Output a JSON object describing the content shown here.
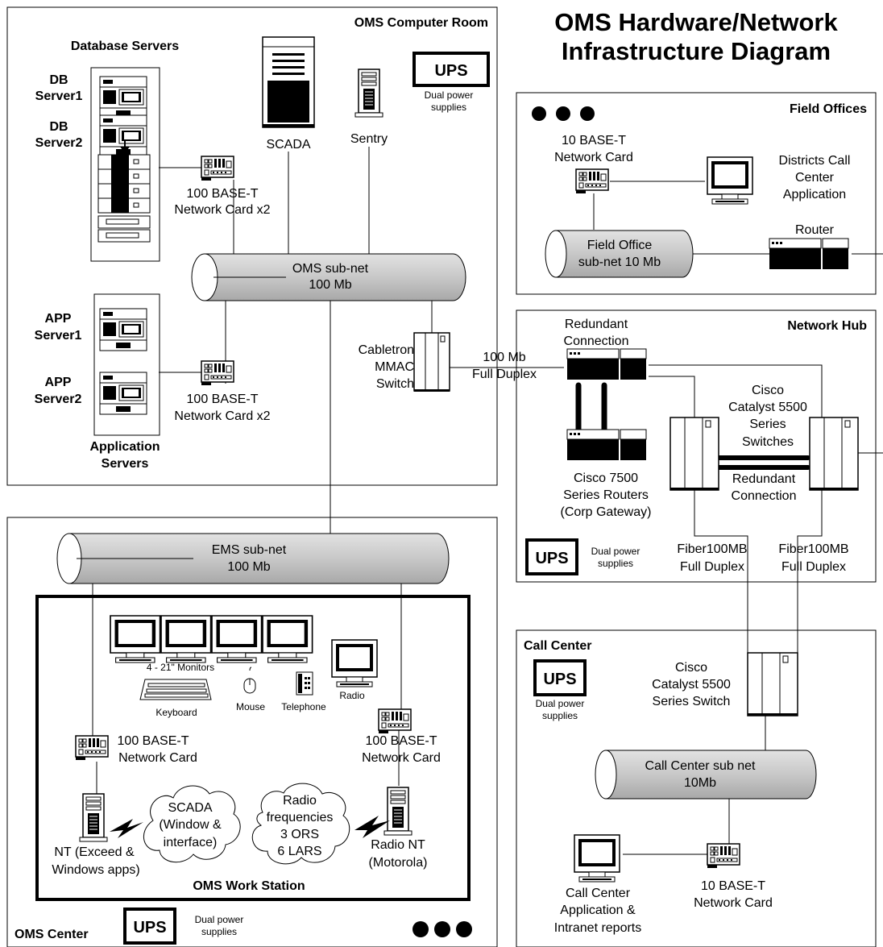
{
  "title_line1": "OMS Hardware/Network",
  "title_line2": "Infrastructure Diagram",
  "ups_label": "UPS",
  "oms_room": {
    "title": "OMS Computer Room",
    "db_servers_title": "Database Servers",
    "db1_l1": "DB",
    "db1_l2": "Server1",
    "db2_l1": "DB",
    "db2_l2": "Server2",
    "scada": "SCADA",
    "sentry": "Sentry",
    "ups_note_l1": "Dual power",
    "ups_note_l2": "supplies",
    "nic1_l1": "100 BASE-T",
    "nic1_l2": "Network Card x2",
    "subnet_l1": "OMS sub-net",
    "subnet_l2": "100 Mb",
    "app1_l1": "APP",
    "app1_l2": "Server1",
    "app2_l1": "APP",
    "app2_l2": "Server2",
    "nic2_l1": "100 BASE-T",
    "nic2_l2": "Network Card x2",
    "app_servers_l1": "Application",
    "app_servers_l2": "Servers",
    "cabletron_l1": "Cabletron",
    "cabletron_l2": "MMAC",
    "cabletron_l3": "Switch",
    "link_l1": "100 Mb",
    "link_l2": "Full Duplex"
  },
  "oms_center": {
    "title": "OMS Center",
    "ems_l1": "EMS sub-net",
    "ems_l2": "100 Mb",
    "workstation": "OMS Work Station",
    "monitors": "4 - 21\" Monitors",
    "keyboard": "Keyboard",
    "mouse": "Mouse",
    "telephone": "Telephone",
    "radio": "Radio",
    "nic_left_l1": "100 BASE-T",
    "nic_left_l2": "Network Card",
    "nic_right_l1": "100 BASE-T",
    "nic_right_l2": "Network Card",
    "scada_cloud_l1": "SCADA",
    "scada_cloud_l2": "(Window &",
    "scada_cloud_l3": "interface)",
    "radio_cloud_l1": "Radio",
    "radio_cloud_l2": "frequencies",
    "radio_cloud_l3": "3 ORS",
    "radio_cloud_l4": "6 LARS",
    "nt_l1": "NT (Exceed &",
    "nt_l2": "Windows apps)",
    "radio_nt_l1": "Radio NT",
    "radio_nt_l2": "(Motorola)",
    "ups_note_l1": "Dual power",
    "ups_note_l2": "supplies"
  },
  "field_offices": {
    "title": "Field Offices",
    "nic_l1": "10 BASE-T",
    "nic_l2": "Network Card",
    "app_l1": "Districts Call",
    "app_l2": "Center",
    "app_l3": "Application",
    "router": "Router",
    "subnet_l1": "Field Office",
    "subnet_l2": "sub-net 10 Mb"
  },
  "network_hub": {
    "title": "Network Hub",
    "redundant_top_l1": "Redundant",
    "redundant_top_l2": "Connection",
    "cisco_sw_l1": "Cisco",
    "cisco_sw_l2": "Catalyst 5500",
    "cisco_sw_l3": "Series",
    "cisco_sw_l4": "Switches",
    "redundant_mid_l1": "Redundant",
    "redundant_mid_l2": "Connection",
    "routers_l1": "Cisco 7500",
    "routers_l2": "Series Routers",
    "routers_l3": "(Corp Gateway)",
    "ups_note_l1": "Dual power",
    "ups_note_l2": "supplies",
    "fiber1_l1": "Fiber100MB",
    "fiber1_l2": "Full Duplex",
    "fiber2_l1": "Fiber100MB",
    "fiber2_l2": "Full Duplex"
  },
  "call_center": {
    "title": "Call Center",
    "ups_note_l1": "Dual power",
    "ups_note_l2": "supplies",
    "switch_l1": "Cisco",
    "switch_l2": "Catalyst 5500",
    "switch_l3": "Series Switch",
    "subnet_l1": "Call Center sub net",
    "subnet_l2": "10Mb",
    "app_l1": "Call Center",
    "app_l2": "Application &",
    "app_l3": "Intranet reports",
    "nic_l1": "10 BASE-T",
    "nic_l2": "Network Card"
  }
}
